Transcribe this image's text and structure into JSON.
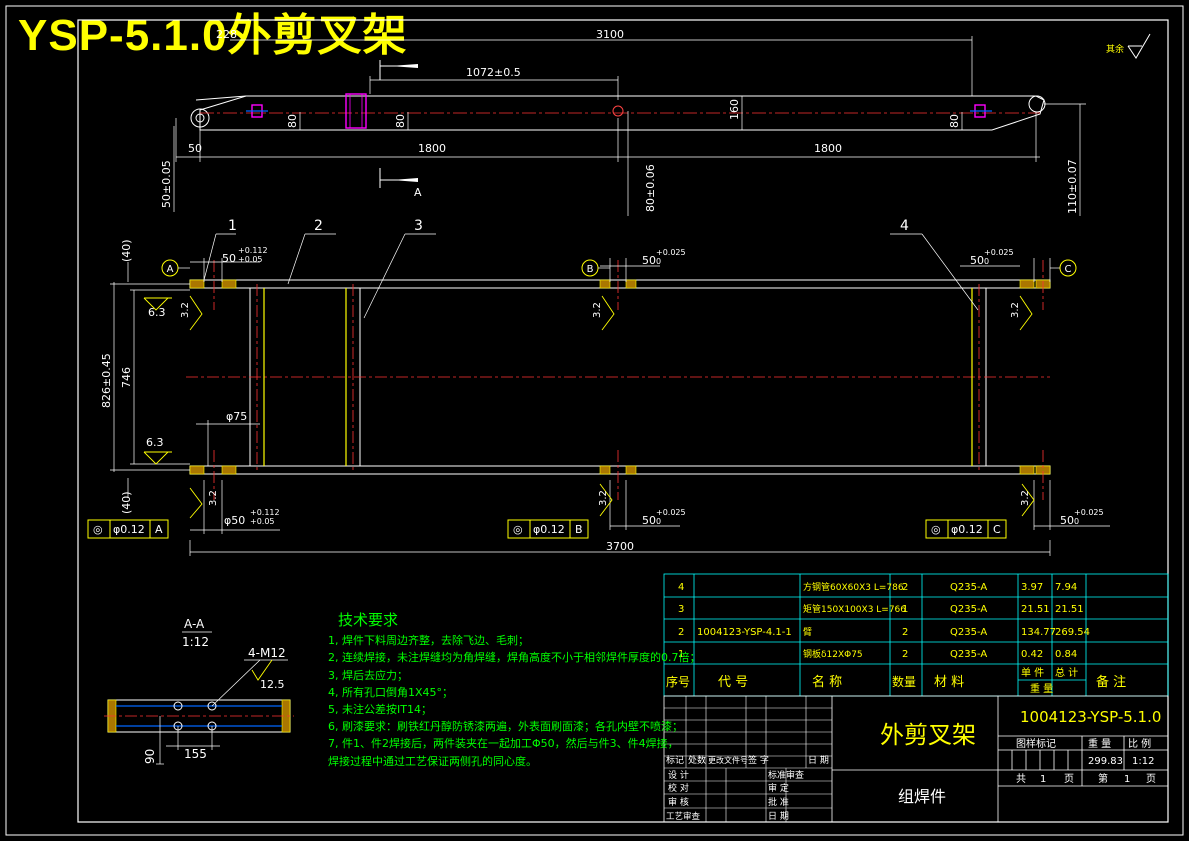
{
  "drawing_title": "YSP-5.1.0外剪叉架",
  "roughness_mark": "其余",
  "roughness_value": "",
  "top_view": {
    "dims": {
      "d3100": "3100",
      "d228": "228",
      "d1072": "1072±0.5",
      "d80a": "80",
      "d80b": "80",
      "d80c": "80",
      "d160": "160",
      "d50": "50",
      "d1800a": "1800",
      "d1800b": "1800",
      "d50v": "50±0.05",
      "d80v": "80±0.06",
      "d110v": "110±0.07"
    },
    "section_letter": "A"
  },
  "plan_view": {
    "callouts": [
      "1",
      "2",
      "3",
      "4"
    ],
    "datums": [
      "A",
      "B",
      "C"
    ],
    "dims": {
      "d40top": "(40)",
      "d40bot": "(40)",
      "d826": "826±0.45",
      "d746": "746",
      "d3700": "3700",
      "phi75": "φ75",
      "bore_a": "50",
      "bore_a_tol_up": "+0.112",
      "bore_a_tol_lo": "+0.05",
      "bore_a_bot": "φ50",
      "bore_b": "50",
      "bore_tol_up": "+0.025",
      "bore_tol_lo": "0",
      "r63a": "6.3",
      "r63b": "6.3",
      "r32": "3.2"
    },
    "fcf": [
      {
        "sym": "◎",
        "tol": "φ0.12",
        "datum": "A"
      },
      {
        "sym": "◎",
        "tol": "φ0.12",
        "datum": "B"
      },
      {
        "sym": "◎",
        "tol": "φ0.12",
        "datum": "C"
      }
    ]
  },
  "section_view": {
    "title": "A-A",
    "scale": "1:12",
    "thread": "4-M12",
    "rough": "12.5",
    "d155": "155",
    "d90": "90"
  },
  "tech_requirements": {
    "heading": "技术要求",
    "items": [
      "1, 焊件下料周边齐整，去除飞边、毛刺；",
      "2, 连续焊接，未注焊缝均为角焊缝，焊角高度不小于相邻焊件厚度的0.7倍；",
      "3, 焊后去应力；",
      "4, 所有孔口倒角1X45°；",
      "5, 未注公差按IT14；",
      "6, 刷漆要求：刷铁红丹醇防锈漆两遍，外表面刷面漆；各孔内壁不喷漆；",
      "7, 件1、件2焊接后，两件装夹在一起加工Φ50，然后与件3、件4焊接，",
      "    焊接过程中通过工艺保证两侧孔的同心度。"
    ]
  },
  "bom": {
    "rows": [
      {
        "no": "4",
        "code": "",
        "name": "方钢管60X60X3  L=786",
        "qty": "2",
        "material": "Q235-A",
        "unit": "3.97",
        "total": "7.94"
      },
      {
        "no": "3",
        "code": "",
        "name": "矩管150X100X3  L=766",
        "qty": "1",
        "material": "Q235-A",
        "unit": "21.51",
        "total": "21.51"
      },
      {
        "no": "2",
        "code": "1004123-YSP-4.1-1",
        "name": "臂",
        "qty": "2",
        "material": "Q235-A",
        "unit": "134.77",
        "total": "269.54"
      },
      {
        "no": "1",
        "code": "",
        "name": "钢板δ12XΦ75",
        "qty": "2",
        "material": "Q235-A",
        "unit": "0.42",
        "total": "0.84"
      }
    ],
    "header": {
      "no": "序号",
      "code": "代  号",
      "name": "名    称",
      "qty": "数量",
      "material": "材    料",
      "unit": "单 件",
      "total": "总 计",
      "weight": "重    量",
      "remark": "备  注"
    }
  },
  "title_block": {
    "part_name": "外剪叉架",
    "drawing_no": "1004123-YSP-5.1.0",
    "type": "组焊件",
    "label_stage": "图样标记",
    "label_weight": "重  量",
    "label_scale": "比  例",
    "weight": "299.83",
    "scale": "1:12",
    "sheets_total_pre": "共",
    "sheets_total": "1",
    "sheets_unit": "页",
    "sheet_pre": "第",
    "sheet_no": "1",
    "sheet_unit": "页",
    "rev_headers": [
      "标记",
      "处数",
      "更改文件号",
      "签  字",
      "日  期"
    ],
    "sign_left": [
      "设  计",
      "校  对",
      "审  核",
      "工艺审查"
    ],
    "sign_right": [
      "标准审查",
      "审  定",
      "批  准",
      "日  期"
    ]
  }
}
